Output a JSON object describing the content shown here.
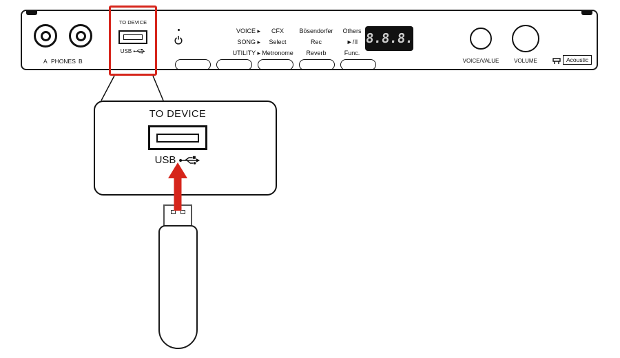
{
  "colors": {
    "highlight_red": "#d6251b",
    "line_black": "#1a1a1a",
    "display_bg": "#111111",
    "display_digits": "#cccccc"
  },
  "panel": {
    "phones": {
      "a": "A",
      "label": "PHONES",
      "b": "B"
    },
    "usb_section": {
      "title": "TO DEVICE",
      "usb": "USB"
    },
    "function_labels": {
      "rows": [
        [
          "VOICE ▸",
          "CFX",
          "Bösendorfer",
          "Others"
        ],
        [
          "SONG ▸",
          "Select",
          "Rec",
          "►/II"
        ],
        [
          "UTILITY ▸",
          "Metronome",
          "Reverb",
          "Func."
        ]
      ]
    },
    "display": {
      "digits": "8.8.8."
    },
    "knobs": {
      "voice_value": "VOICE/VALUE",
      "volume": "VOLUME"
    },
    "acoustic": {
      "label": "Acoustic"
    }
  },
  "callout": {
    "title": "TO DEVICE",
    "usb": "USB"
  }
}
